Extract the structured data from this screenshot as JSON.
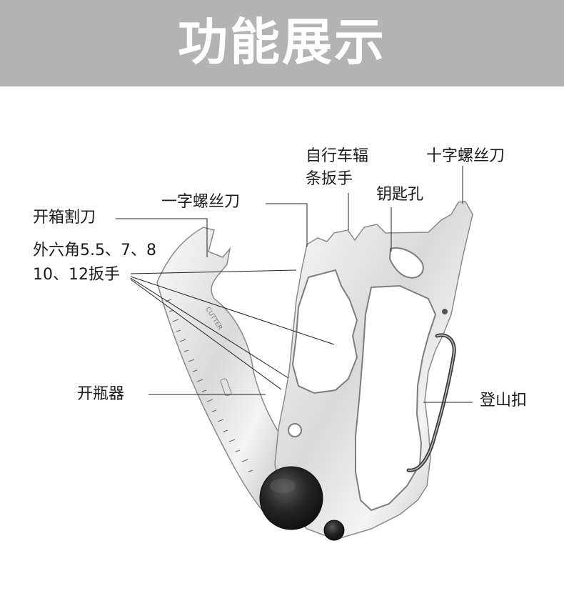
{
  "header": {
    "title": "功能展示"
  },
  "labels": {
    "box_cutter": "开箱割刀",
    "flat_screwdriver": "一字螺丝刀",
    "spoke_wrench_line1": "自行车辐",
    "spoke_wrench_line2": "条扳手",
    "key_hole": "钥匙孔",
    "phillips_screwdriver": "十字螺丝刀",
    "hex_wrench_line1": "外六角5.5、7、8",
    "hex_wrench_line2": "10、12扳手",
    "bottle_opener": "开瓶器",
    "carabiner": "登山扣",
    "blade_text": "CUTTER"
  },
  "colors": {
    "banner": "#b3b3b3",
    "steel_light": "#f2f2f2",
    "steel_dark": "#8e8e8e",
    "knob": "#1e1e1e"
  }
}
